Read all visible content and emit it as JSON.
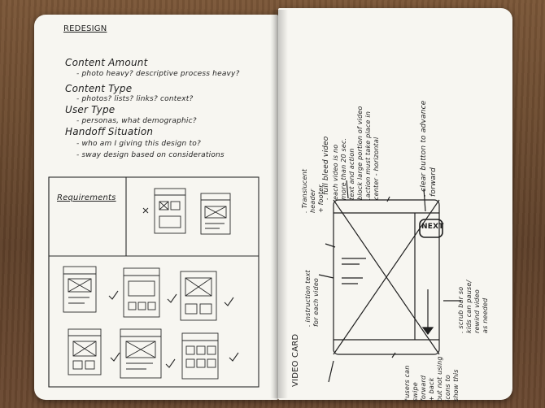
{
  "left_page": {
    "heading": "REDESIGN",
    "notes": [
      "Content Amount",
      "- photo heavy? descriptive process heavy?",
      "Content Type",
      "- photos? lists? links? context?",
      "User Type",
      "- personas, what demographic?",
      "Handoff Situation",
      "- who am I giving this design to?",
      "- sway design based on considerations"
    ],
    "requirements_label": "Requirements"
  },
  "right_page": {
    "notes": [
      ". full bleed video",
      "each video is no",
      "more than 20 sec.",
      "text and action",
      "block large portion of video",
      ".action must take place in",
      "center - horizontal",
      ". clear button to advance",
      "forward",
      ". Translucent",
      "header",
      "+ footer",
      "NEXT",
      ". scrub bar so",
      "kids can pause/",
      "rewind video",
      "as needed",
      ". instruction text",
      "for each video",
      "VIDEO CARD",
      "*users can",
      "swipe",
      "forward",
      "+ back",
      "but not using",
      "icons to",
      "show this"
    ]
  }
}
